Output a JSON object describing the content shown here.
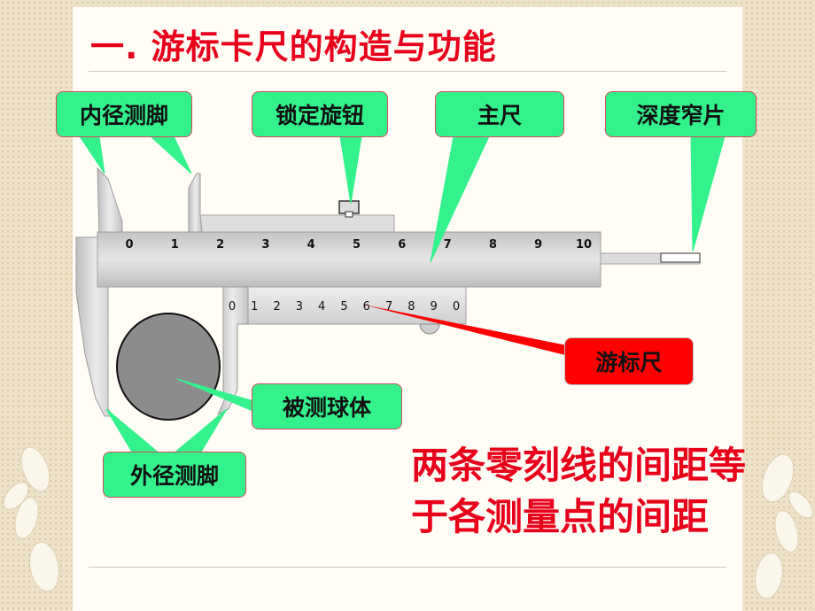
{
  "title": "一. 游标卡尺的构造与功能",
  "labels": {
    "inner_jaw": "内径测脚",
    "lock_knob": "锁定旋钮",
    "main_scale": "主尺",
    "depth_bar": "深度窄片",
    "vernier": "游标尺",
    "measured_ball": "被测球体",
    "outer_jaw": "外径测脚"
  },
  "main_scale_ticks": [
    "0",
    "1",
    "2",
    "3",
    "4",
    "5",
    "6",
    "7",
    "8",
    "9",
    "10"
  ],
  "vernier_ticks": [
    "0",
    "1",
    "2",
    "3",
    "4",
    "5",
    "6",
    "7",
    "8",
    "9",
    "0"
  ],
  "statement": "两条零刻线的间距等于各测量点的间距",
  "colors": {
    "callout_fill": "#33f28c",
    "vernier_callout_fill": "#ff0000",
    "title_text": "#e8001b",
    "caliper_body": "#d2d2d2"
  }
}
